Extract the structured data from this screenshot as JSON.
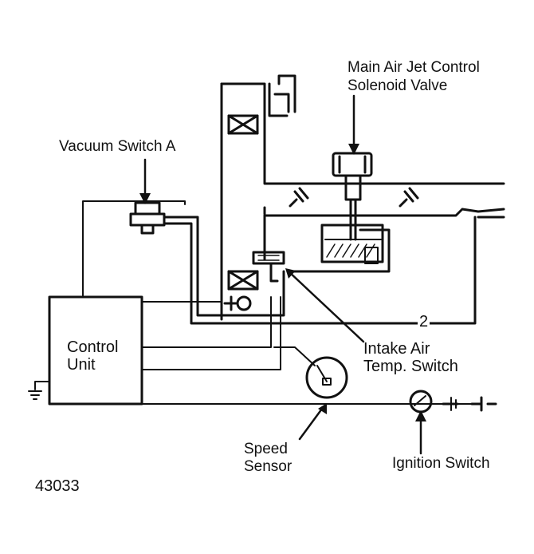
{
  "labels": {
    "main_air_jet_line1": "Main Air Jet Control",
    "main_air_jet_line2": "Solenoid Valve",
    "vacuum_switch_a": "Vacuum Switch A",
    "control_unit_line1": "Control",
    "control_unit_line2": "Unit",
    "intake_air_line1": "Intake Air",
    "intake_air_line2": "Temp. Switch",
    "speed_sensor_line1": "Speed",
    "speed_sensor_line2": "Sensor",
    "ignition_switch": "Ignition Switch",
    "figure_number": "43033",
    "hose_number": "2"
  },
  "colors": {
    "ink": "#111111",
    "background": "#ffffff"
  }
}
